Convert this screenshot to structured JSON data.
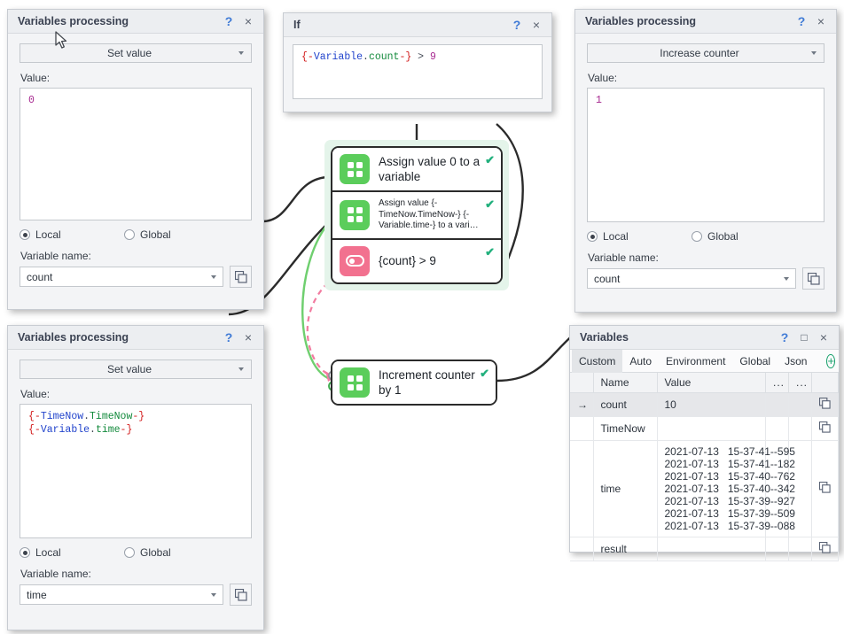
{
  "dialogs": {
    "set_value_count": {
      "title": "Variables processing",
      "action": "Set value",
      "value_label": "Value:",
      "value_text": "0",
      "scope_local": "Local",
      "scope_global": "Global",
      "name_label": "Variable name:",
      "variable_name": "count",
      "help_glyph": "?",
      "close_glyph": "×"
    },
    "if_dialog": {
      "title": "If",
      "expression": "{-Variable.count-} > 9",
      "expr_parts": {
        "open": "{-",
        "ns": "Variable",
        "dot": ".",
        "name": "count",
        "close": "-}",
        "op": " > ",
        "num": "9"
      },
      "help_glyph": "?",
      "close_glyph": "×"
    },
    "increase_counter": {
      "title": "Variables processing",
      "action": "Increase counter",
      "value_label": "Value:",
      "value_text": "1",
      "scope_local": "Local",
      "scope_global": "Global",
      "name_label": "Variable name:",
      "variable_name": "count",
      "help_glyph": "?",
      "close_glyph": "×"
    },
    "set_value_time": {
      "title": "Variables processing",
      "action": "Set value",
      "value_label": "Value:",
      "line1": {
        "open": "{-",
        "ns": "TimeNow",
        "dot": ".",
        "name": "TimeNow",
        "close": "-}"
      },
      "line2": {
        "open": "{-",
        "ns": "Variable",
        "dot": ".",
        "name": "time",
        "close": "-}"
      },
      "scope_local": "Local",
      "scope_global": "Global",
      "name_label": "Variable name:",
      "variable_name": "time",
      "help_glyph": "?",
      "close_glyph": "×"
    }
  },
  "flow": {
    "nodes": [
      {
        "label": "Assign value 0 to a variable",
        "icon": "blocks-icon",
        "kind": "green",
        "status": "✔"
      },
      {
        "label": "Assign value {-TimeNow.TimeNow-} {-Variable.time-} to a vari…",
        "icon": "blocks-icon",
        "kind": "green",
        "status": "✔"
      },
      {
        "label": "{count} > 9",
        "icon": "condition-icon",
        "kind": "pink",
        "status": "✔"
      }
    ],
    "increment_node": {
      "label": "Increment counter by 1",
      "icon": "blocks-icon",
      "kind": "green",
      "status": "✔"
    }
  },
  "variables_window": {
    "title": "Variables",
    "help_glyph": "?",
    "maximize_glyph": "□",
    "close_glyph": "×",
    "tabs": [
      {
        "label": "Custom",
        "active": true
      },
      {
        "label": "Auto",
        "active": false
      },
      {
        "label": "Environment",
        "active": false
      },
      {
        "label": "Global",
        "active": false
      },
      {
        "label": "Json",
        "active": false
      }
    ],
    "add_glyph": "+",
    "columns": {
      "name": "Name",
      "value": "Value",
      "dots1": "...",
      "dots2": "..."
    },
    "rows": [
      {
        "marker": "→",
        "name": "count",
        "value": "10",
        "selected": true
      },
      {
        "marker": "",
        "name": "TimeNow",
        "value": "",
        "selected": false
      },
      {
        "marker": "",
        "name": "time",
        "value": "2021-07-13   15-37-41--595\n2021-07-13   15-37-41--182\n2021-07-13   15-37-40--762\n2021-07-13   15-37-40--342\n2021-07-13   15-37-39--927\n2021-07-13   15-37-39--509\n2021-07-13   15-37-39--088",
        "selected": false
      },
      {
        "marker": "",
        "name": "result",
        "value": "",
        "selected": false
      }
    ]
  },
  "colors": {
    "accent_green": "#5bcd5b",
    "accent_pink": "#f2718f",
    "group_bg": "#e4f4ea",
    "check": "#22b07d",
    "help_blue": "#3f7ad6",
    "connector_green": "#6fcf6f",
    "connector_pink": "#f27ba0",
    "connector_dark": "#2b2b2b"
  }
}
